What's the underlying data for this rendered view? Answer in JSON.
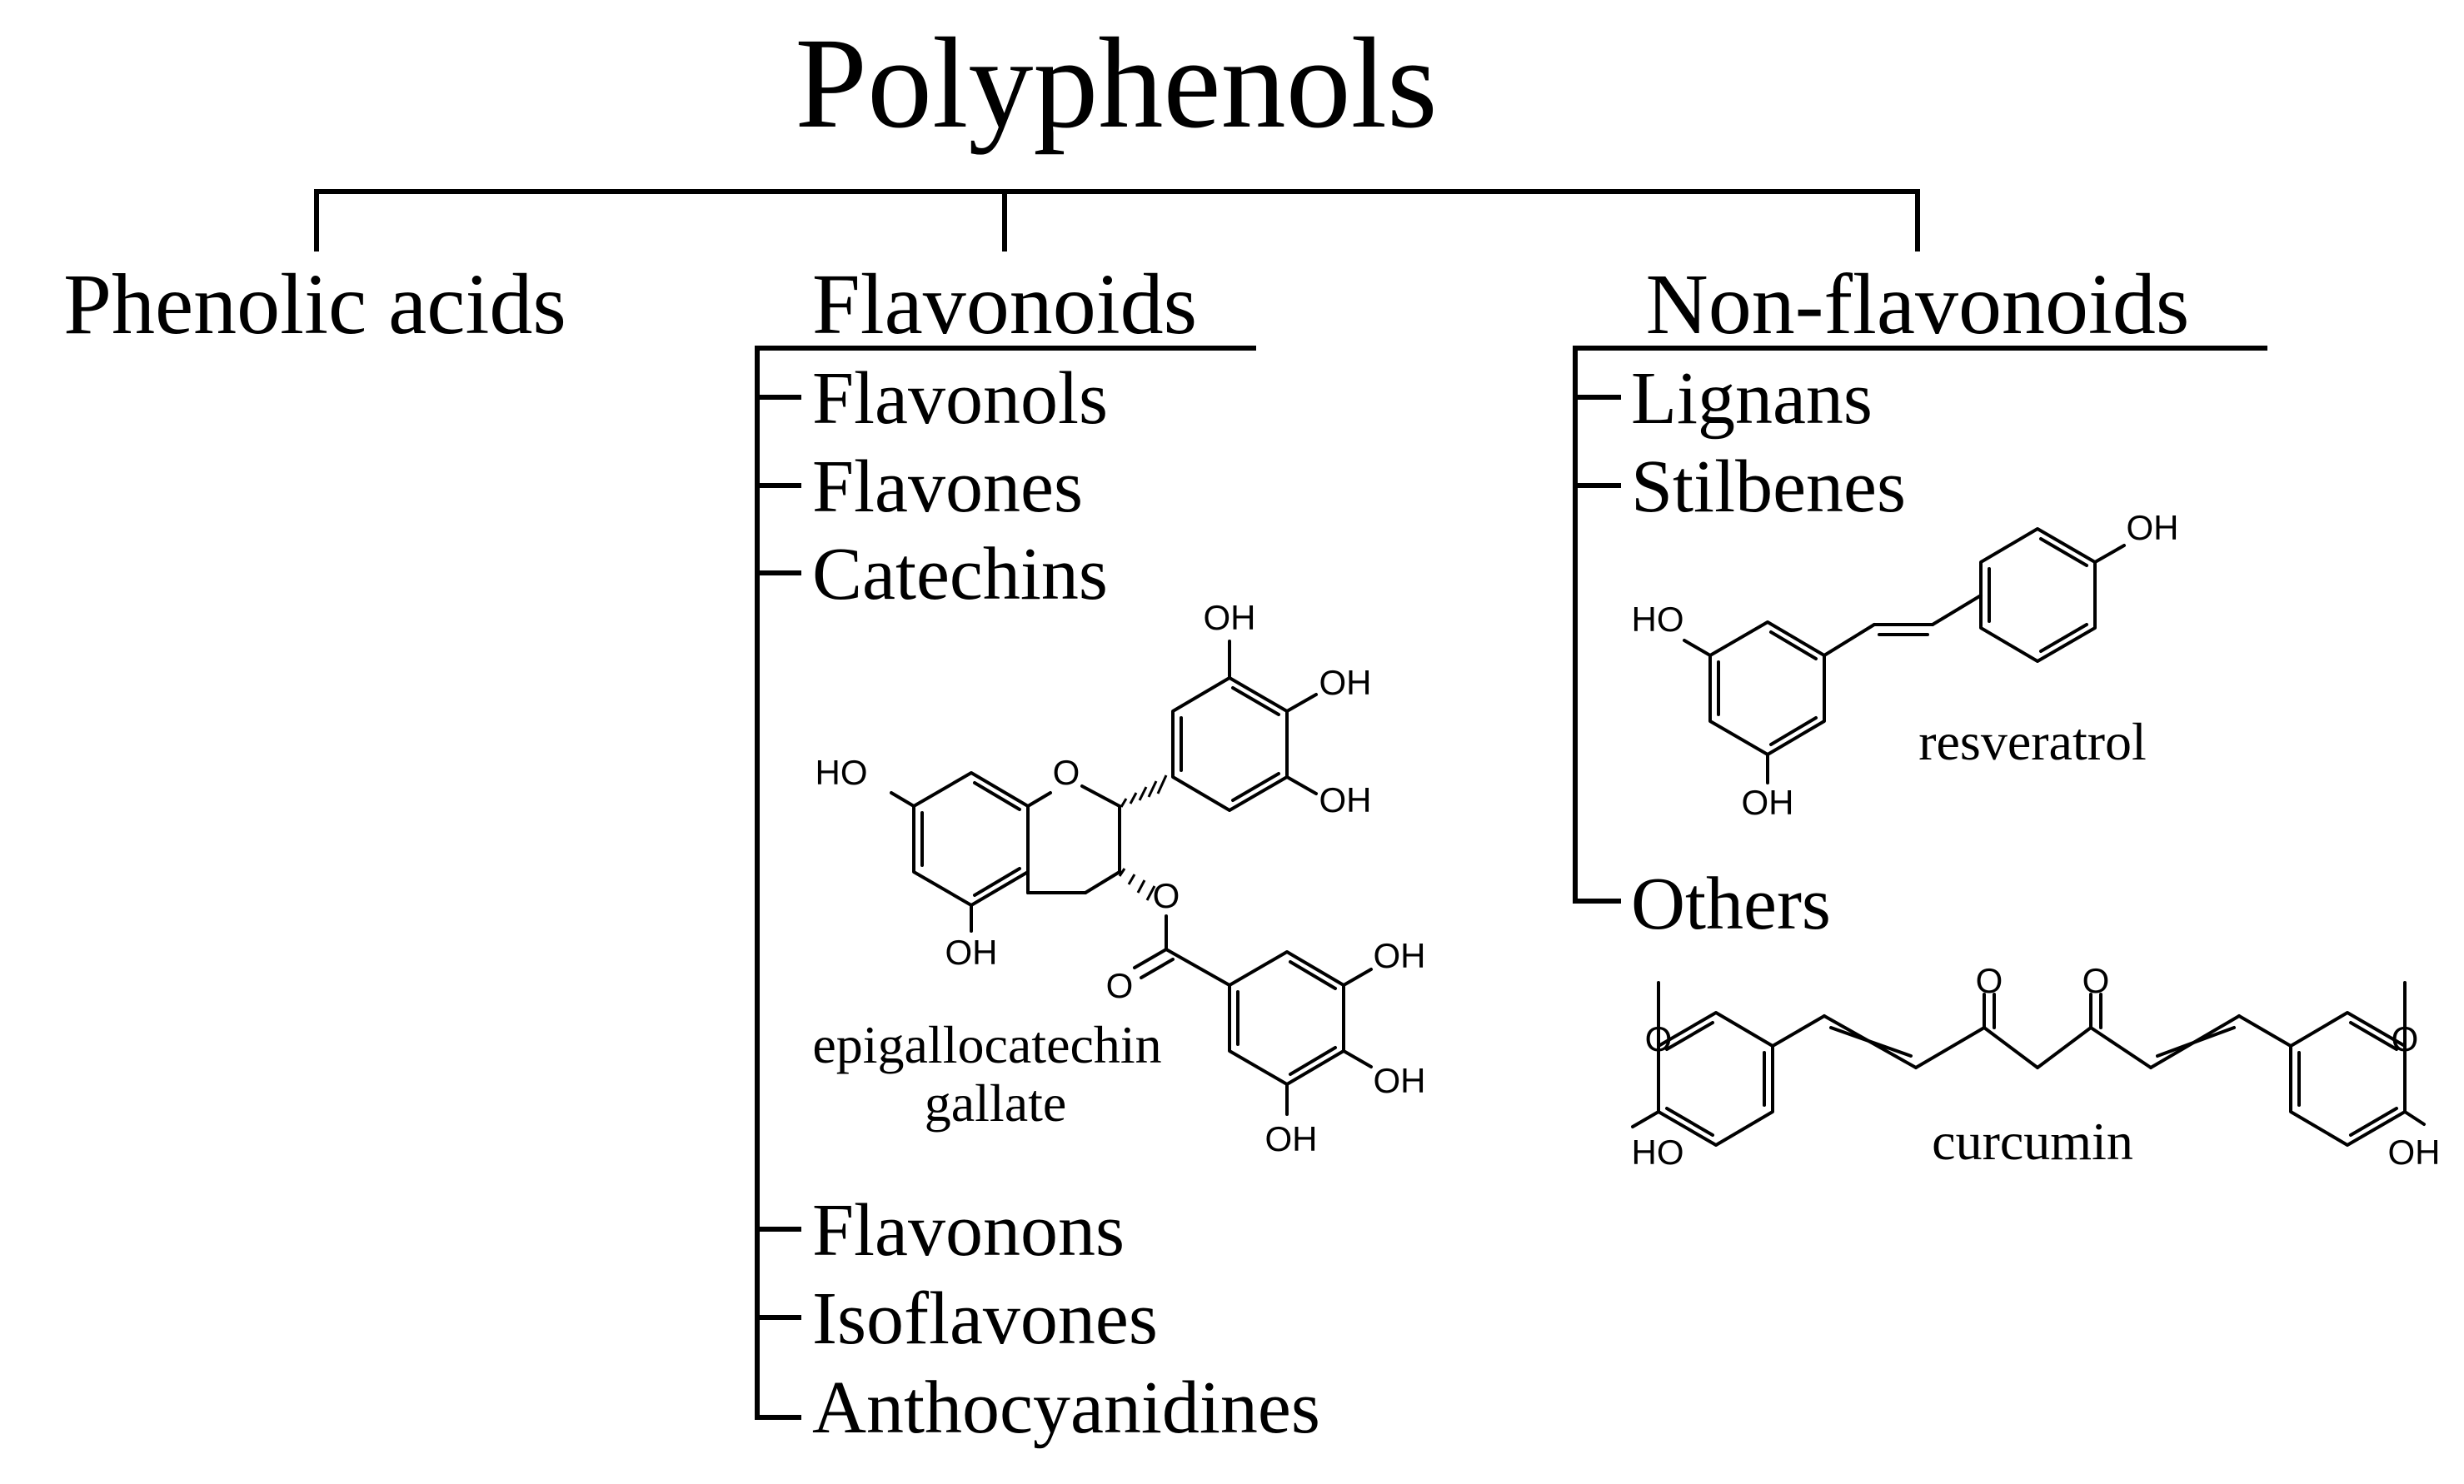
{
  "title": "Polyphenols",
  "categories": {
    "phenolic_acids": "Phenolic acids",
    "flavonoids": "Flavonoids",
    "non_flavonoids": "Non-flavonoids"
  },
  "flavonoid_items": [
    "Flavonols",
    "Flavones",
    "Catechins",
    "Flavonons",
    "Isoflavones",
    "Anthocyanidines"
  ],
  "non_flavonoid_items": [
    "Lignans",
    "Stilbenes",
    "Others"
  ],
  "molecules": {
    "egcg": {
      "name_line1": "epigallocatechin",
      "name_line2": "gallate"
    },
    "resveratrol": {
      "name": "resveratrol"
    },
    "curcumin": {
      "name": "curcumin"
    }
  },
  "atom_labels": {
    "OH": "OH",
    "HO": "HO",
    "O": "O"
  }
}
